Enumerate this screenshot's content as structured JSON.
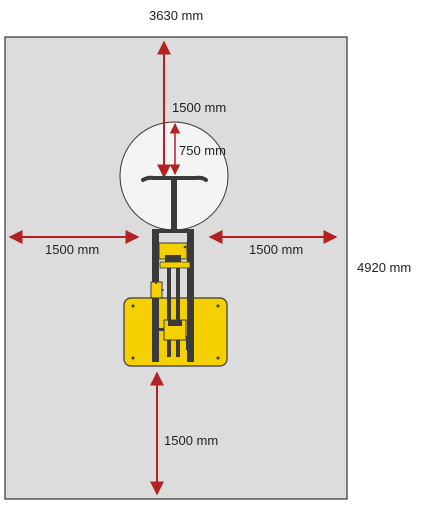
{
  "dimensions": {
    "width": "3630 mm",
    "height": "4920 mm",
    "clearance_top": "1500 mm",
    "turn_radius": "750 mm",
    "clearance_left": "1500 mm",
    "clearance_right": "1500 mm",
    "clearance_bottom": "1500 mm"
  },
  "colors": {
    "area_fill": "#dcdcdc",
    "area_stroke": "#333333",
    "arrow": "#b22222",
    "machine_yellow": "#f5d000",
    "machine_frame": "#3a3a3a",
    "swing_circle": "#f4f4f4"
  }
}
